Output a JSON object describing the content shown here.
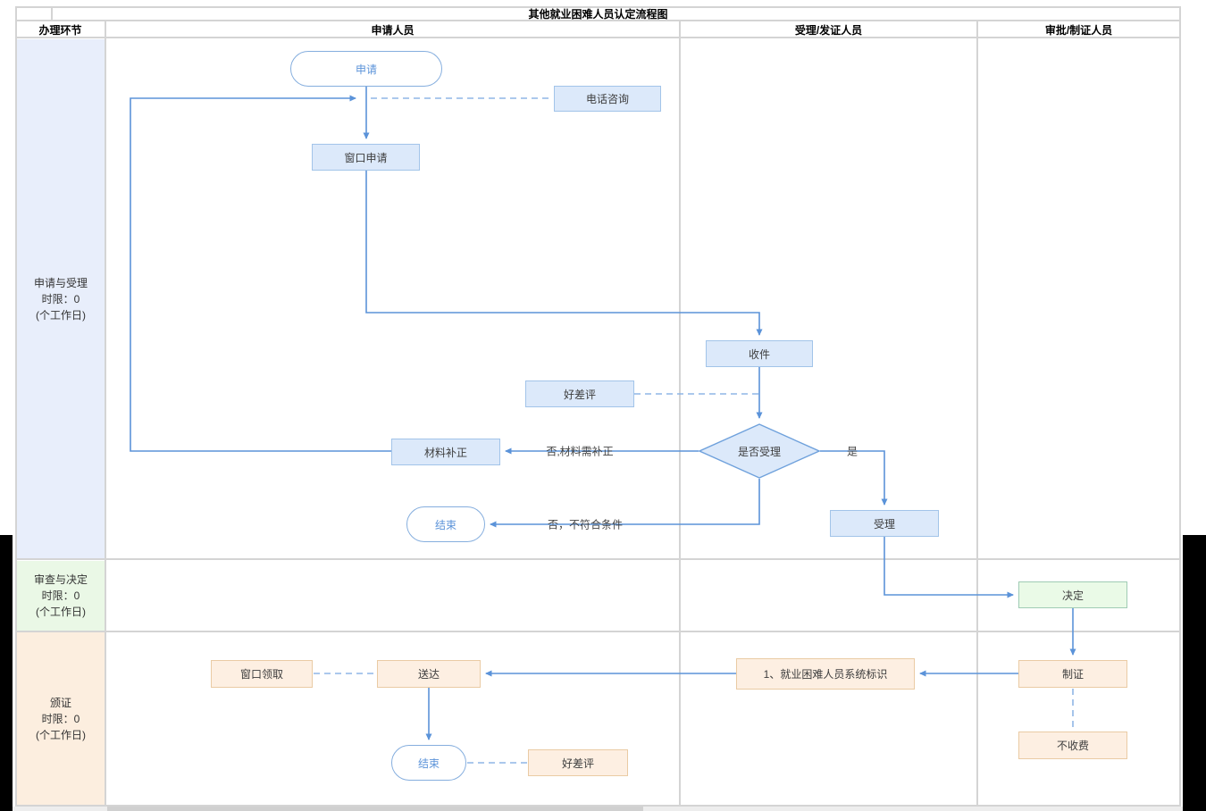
{
  "title": "其他就业困难人员认定流程图",
  "headers": [
    "办理环节",
    "申请人员",
    "受理/发证人员",
    "审批/制证人员"
  ],
  "lanes": [
    {
      "name": "申请与受理",
      "limit": "时限：0",
      "unit": "(个工作日)"
    },
    {
      "name": "审查与决定",
      "limit": "时限：0",
      "unit": "(个工作日)"
    },
    {
      "name": "颁证",
      "limit": "时限：0",
      "unit": "(个工作日)"
    }
  ],
  "nodes": {
    "start": "申请",
    "phone_consult": "电话咨询",
    "window_apply": "窗口申请",
    "receive": "收件",
    "rating_top": "好差评",
    "is_accept": "是否受理",
    "material_fix": "材料补正",
    "end_first": "结束",
    "accept": "受理",
    "decide": "决定",
    "make_cert": "制证",
    "system_mark": "1、就业困难人员系统标识",
    "deliver": "送达",
    "window_pickup": "窗口领取",
    "end_second": "结束",
    "rating_bottom": "好差评",
    "no_fee": "不收费"
  },
  "edge_labels": {
    "need_fix": "否,材料需补正",
    "not_qualified": "否，不符合条件",
    "yes": "是"
  },
  "colors": {
    "flow_line": "#5B93D9",
    "dashed_line": "#8FB5E5",
    "blue_fill": "#DCE9FA",
    "blue_border": "#A2C4E9",
    "green_fill": "#EAFAE7",
    "green_border": "#9FCBB4",
    "orange_fill": "#FDEFE2",
    "orange_border": "#EACBA4",
    "lane1_bg": "#E8EEFB",
    "lane2_bg": "#EAF8E6",
    "lane3_bg": "#FCEEDF",
    "grid": "#D4D4D4"
  }
}
